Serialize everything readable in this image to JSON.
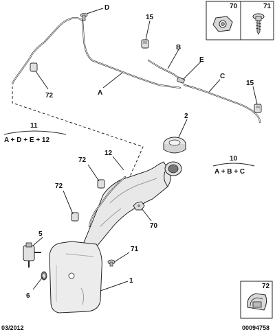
{
  "callouts": {
    "D": "D",
    "c15_top": "15",
    "B": "B",
    "E": "E",
    "C": "C",
    "c15_right": "15",
    "c72_upper": "72",
    "A": "A",
    "c2": "2",
    "c12": "12",
    "c72_mid": "72",
    "c72_low": "72",
    "c70": "70",
    "c5": "5",
    "c71": "71",
    "c1": "1",
    "c6": "6"
  },
  "kits": {
    "k11": {
      "number": "11",
      "formula": "A + D + E + 12"
    },
    "k10": {
      "number": "10",
      "formula": "A + B + C"
    }
  },
  "insets": {
    "i70": "70",
    "i71": "71",
    "i72": "72"
  },
  "footer": {
    "date": "03/2012",
    "ref": "00094758"
  },
  "colors": {
    "line": "#222222",
    "part_fill": "#e6e6e6",
    "part_shade": "#9a9a9a"
  }
}
